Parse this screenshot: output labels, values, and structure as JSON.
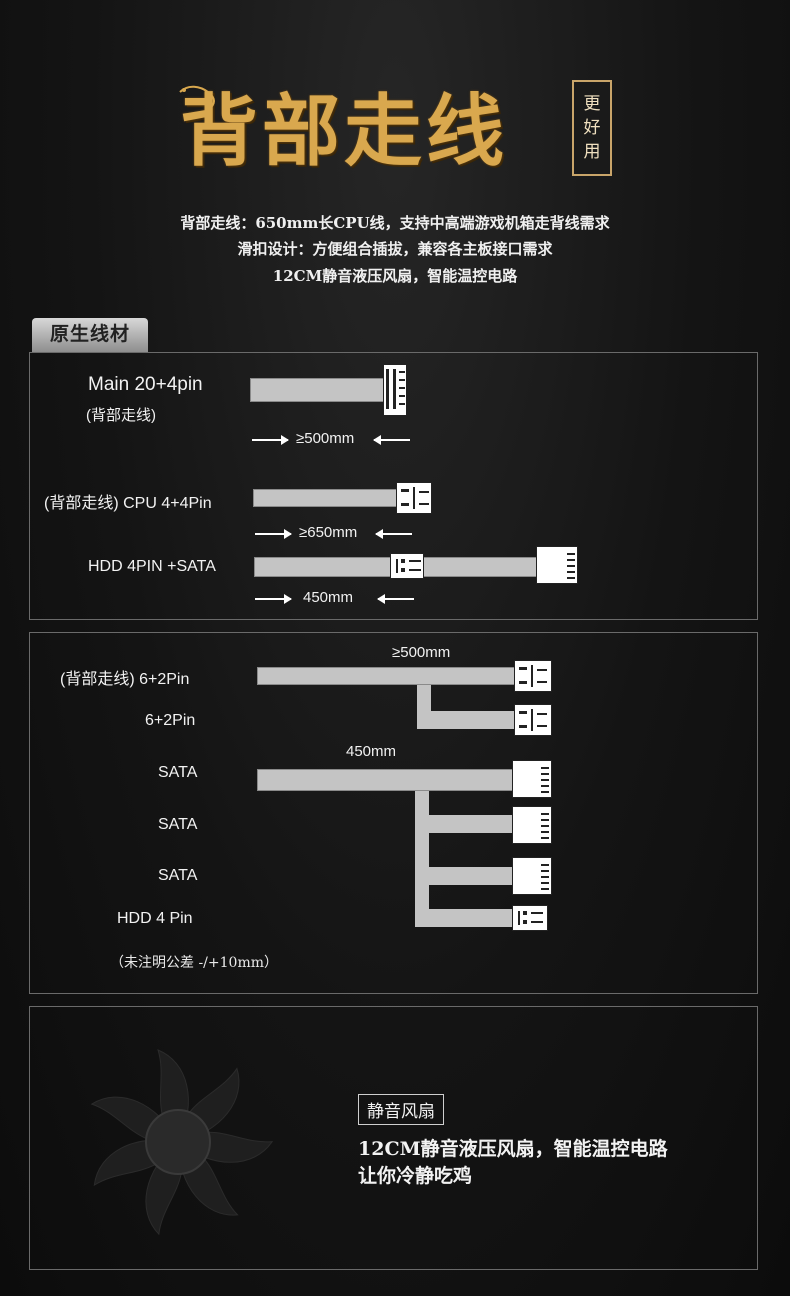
{
  "header": {
    "title": "背部走线",
    "seal": [
      "更",
      "好",
      "用"
    ]
  },
  "intro": [
    "背部走线：650mm长CPU线，支持中高端游戏机箱走背线需求",
    "滑扣设计：方便组合插拔，兼容各主板接口需求",
    "12CM静音液压风扇，智能温控电路"
  ],
  "section_tag": "原生线材",
  "panel1": {
    "main_label": "Main 20+4pin",
    "main_sub": "(背部走线)",
    "main_length": "≥500mm",
    "cpu_label": "(背部走线)  CPU 4+4Pin",
    "cpu_length": "≥650mm",
    "hdd_label": "HDD 4PIN +SATA",
    "hdd_length": "450mm"
  },
  "panel2": {
    "pcie_length": "≥500mm",
    "pcie_label_1": "(背部走线) 6+2Pin",
    "pcie_label_2": "6+2Pin",
    "sata_length": "450mm",
    "sata_label_1": "SATA",
    "sata_label_2": "SATA",
    "sata_label_3": "SATA",
    "hdd_label": "HDD 4 Pin",
    "tolerance_note": "（未注明公差 -/+10mm）"
  },
  "fan": {
    "title": "静音风扇",
    "line1": "12CM静音液压风扇，智能温控电路",
    "line2": "让你冷静吃鸡"
  },
  "colors": {
    "accent_gold": "#d9a84e",
    "cable_gray": "#c4c4c4",
    "panel_border": "#6a6a6a"
  }
}
